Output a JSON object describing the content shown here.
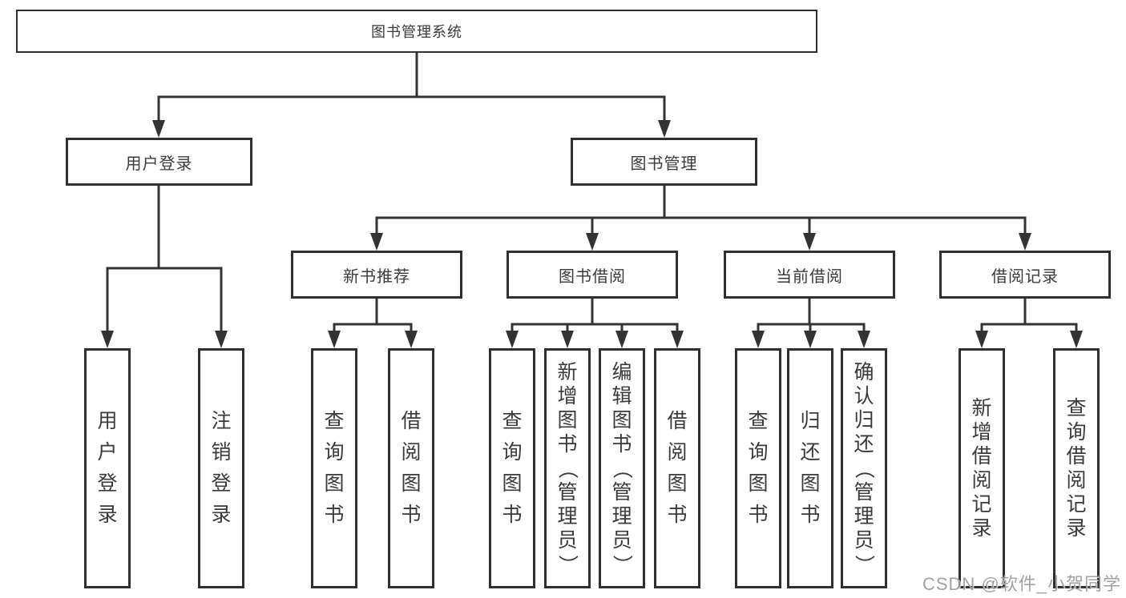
{
  "tree": {
    "root": "图书管理系统",
    "branches": [
      {
        "label": "用户登录",
        "leaves": [
          "用户登录",
          "注销登录"
        ]
      },
      {
        "label": "图书管理",
        "subbranches": [
          {
            "label": "新书推荐",
            "leaves": [
              "查询图书",
              "借阅图书"
            ]
          },
          {
            "label": "图书借阅",
            "leaves": [
              "查询图书",
              "新增图书（管理员）",
              "编辑图书（管理员）",
              "借阅图书"
            ]
          },
          {
            "label": "当前借阅",
            "leaves": [
              "查询图书",
              "归还图书",
              "确认归还（管理员）"
            ]
          },
          {
            "label": "借阅记录",
            "leaves": [
              "新增借阅记录",
              "查询借阅记录"
            ]
          }
        ]
      }
    ]
  },
  "watermark": "CSDN @软件_小贺同学",
  "colors": {
    "line": "#333333",
    "box_border": "#303030",
    "text": "#3a3a3a",
    "watermark": "#989898",
    "background": "#ffffff"
  }
}
